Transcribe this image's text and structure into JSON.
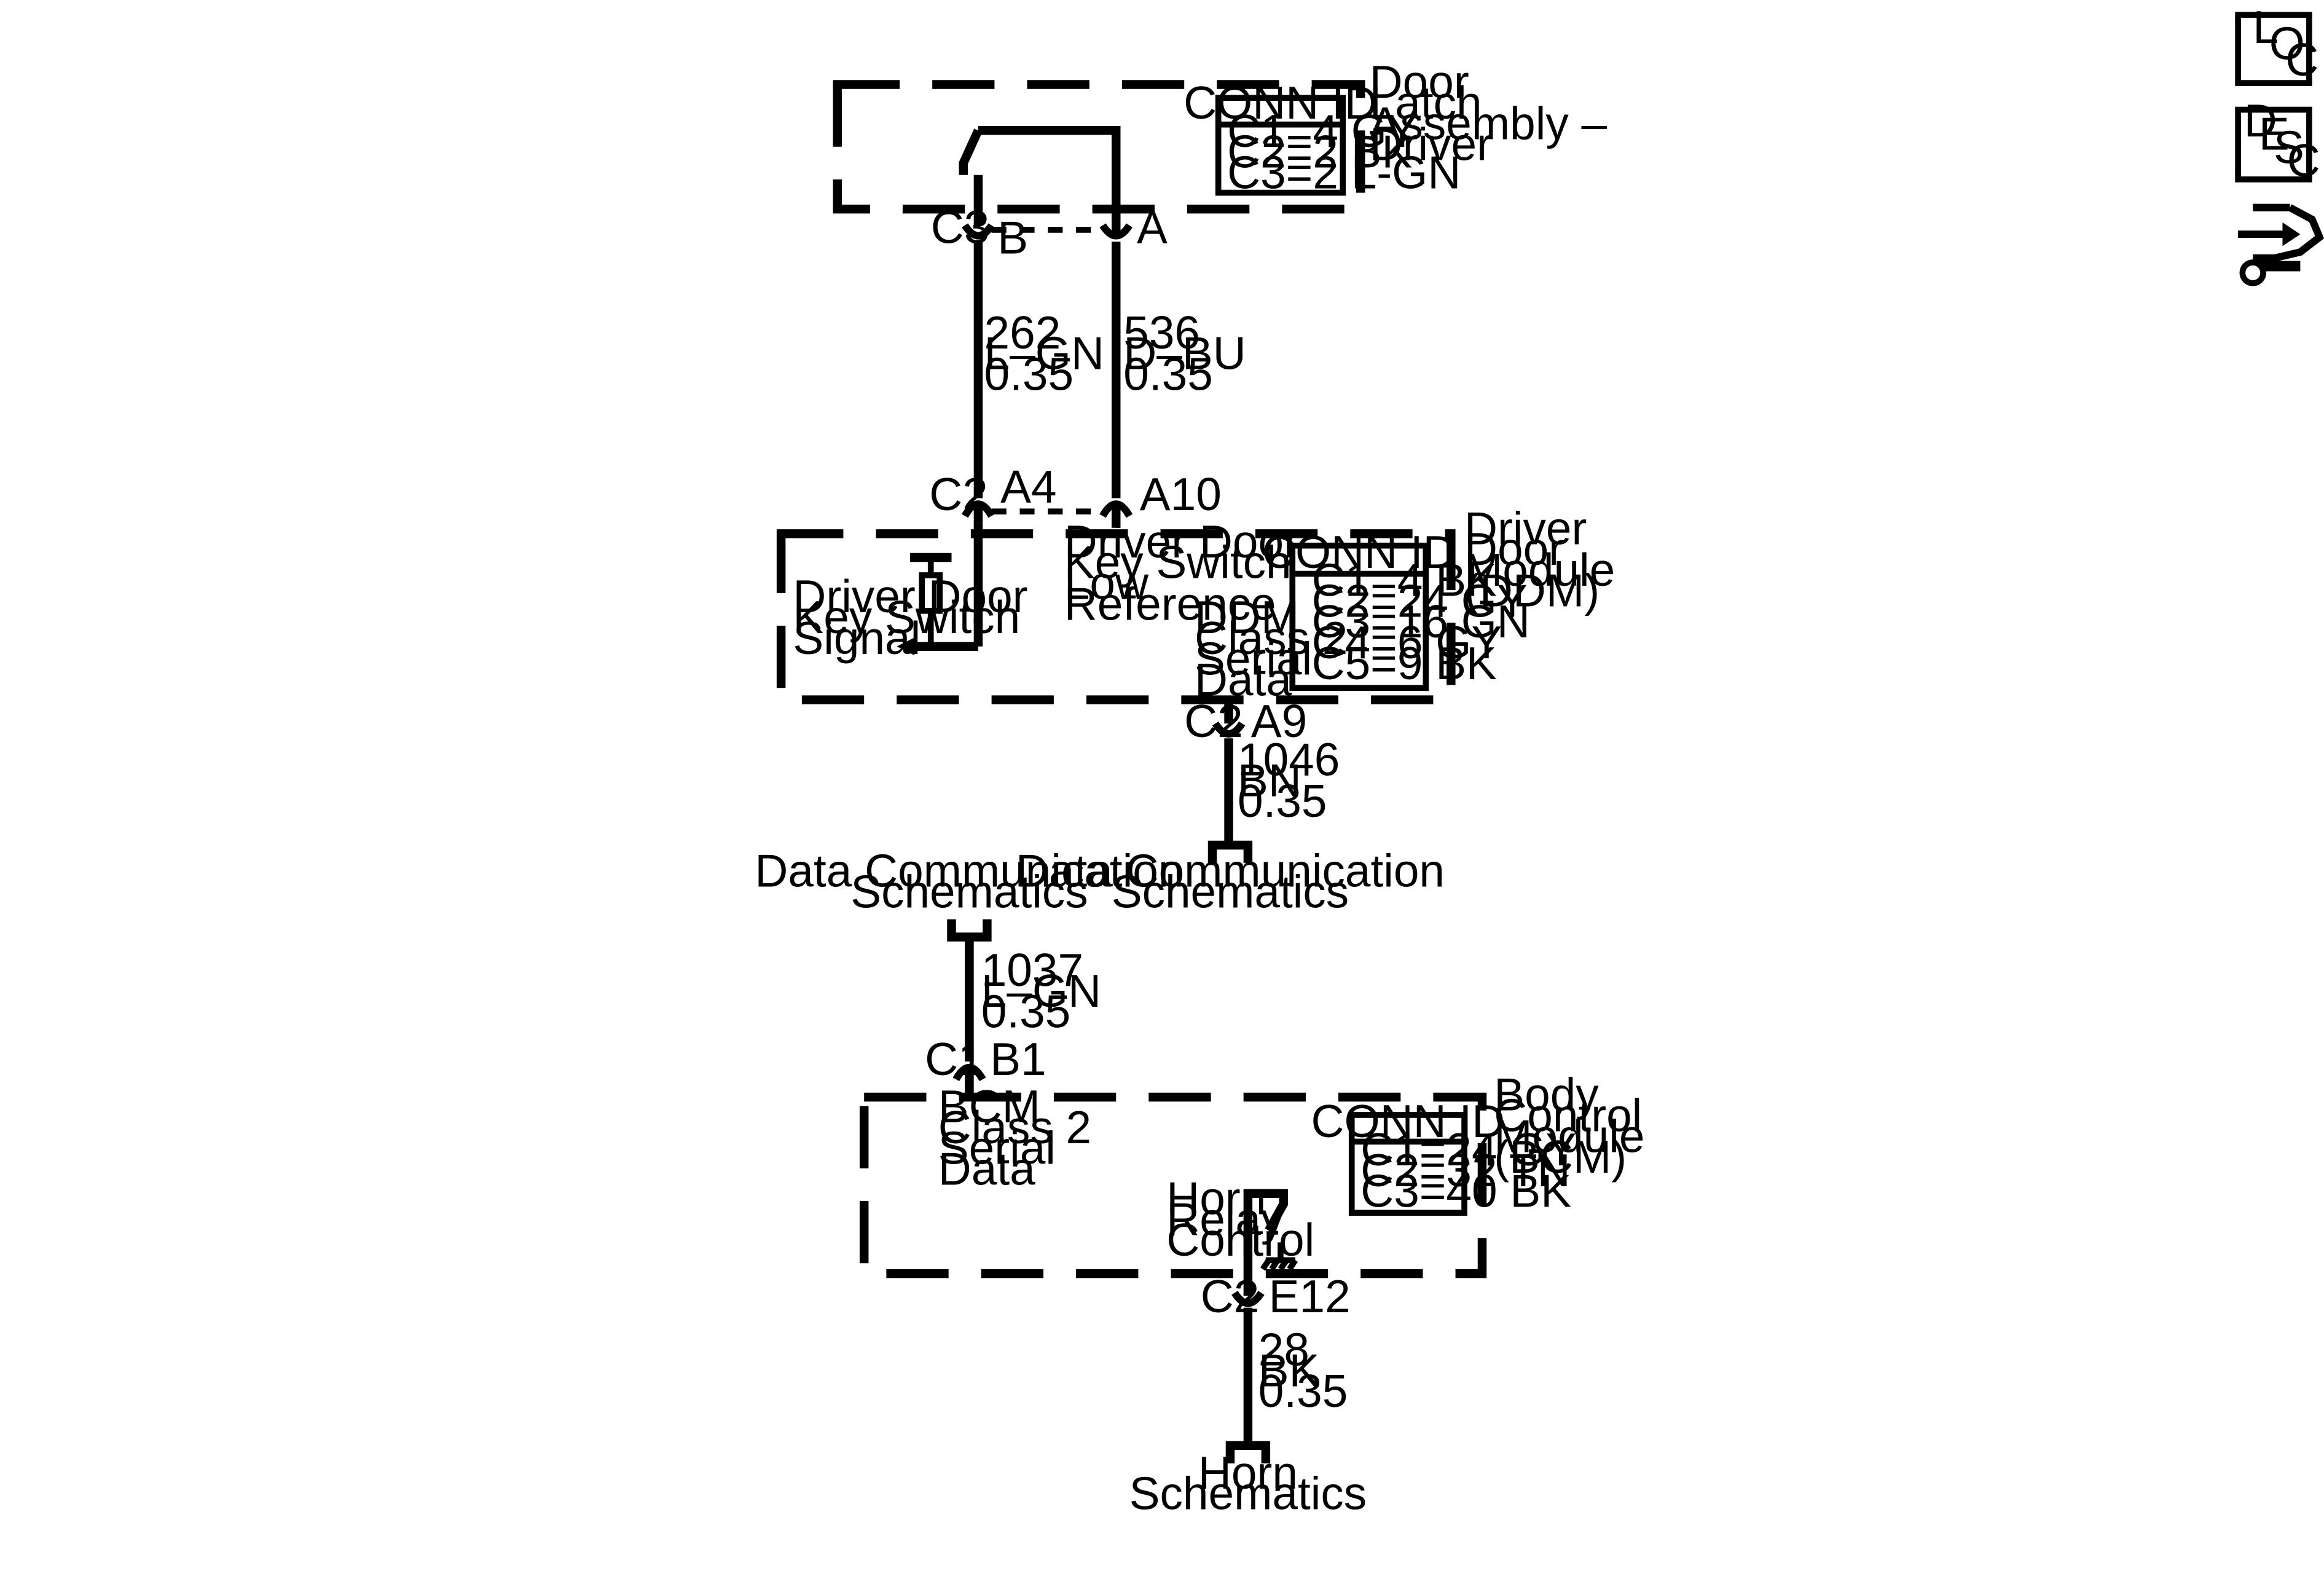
{
  "components": {
    "door_latch": {
      "name": [
        "Door",
        "Latch",
        "Assembly –",
        "Driver"
      ],
      "conn_title": "CONN ID",
      "conn_rows": [
        "C1=4 GY",
        "C2=2 BK",
        "C3=2 L-GN"
      ]
    },
    "ddm": {
      "name": [
        "Driver",
        "Door",
        "Module",
        "(DDM)"
      ],
      "conn_title": "CONN ID",
      "conn_rows": [
        "C1=4 BK",
        "C2=24 GY",
        "C3=16 GN",
        "C4=6 GY",
        "C5=9 BK"
      ],
      "key_switch_signal": [
        "Driver Door",
        "Key Switch",
        "Signal"
      ],
      "key_switch_low_ref": [
        "Driver Door",
        "Key Switch",
        "Low",
        "Reference"
      ],
      "class2": [
        "DDM",
        "Class 2",
        "Serial",
        "Data"
      ]
    },
    "bcm": {
      "name": [
        "Body",
        "Control",
        "Module",
        "(BCM)"
      ],
      "conn_title": "CONN ID",
      "conn_rows": [
        "C1=24 GY",
        "C2=32 TN",
        "C3=40 BK"
      ],
      "class2": [
        "BCM",
        "Class 2",
        "Serial",
        "Data"
      ],
      "horn_relay": [
        "Horn",
        "Relay",
        "Control"
      ]
    }
  },
  "connectors": {
    "latch_conn": "C3",
    "latch_pin_b": "B",
    "latch_pin_a": "A",
    "ddm_conn_top": "C2",
    "ddm_pin_a4": "A4",
    "ddm_pin_a10": "A10",
    "ddm_conn_bottom": "C2",
    "ddm_pin_a9": "A9",
    "bcm_conn_top": "C1",
    "bcm_pin_b1": "B1",
    "bcm_conn_bottom": "C2",
    "bcm_pin_e12": "E12"
  },
  "wires": {
    "w262": [
      "262",
      "L–GN",
      "0.35"
    ],
    "w536": [
      "536",
      "D–BU",
      "0.35"
    ],
    "w1046": [
      "1046",
      "BN",
      "0.35"
    ],
    "w1037": [
      "1037",
      "L–GN",
      "0.35"
    ],
    "w28": [
      "28",
      "BK",
      "0.35"
    ]
  },
  "references": {
    "data_comm_right": [
      "Data Communication",
      "Schematics"
    ],
    "data_comm_left": [
      "Data Communication",
      "Schematics"
    ],
    "horn": [
      "Horn",
      "Schematics"
    ]
  },
  "nav": {
    "loc": [
      "L",
      "O",
      "C"
    ],
    "desc": [
      "D",
      "E",
      "S",
      "C"
    ],
    "connector_icon": "connector-end-view-icon"
  }
}
